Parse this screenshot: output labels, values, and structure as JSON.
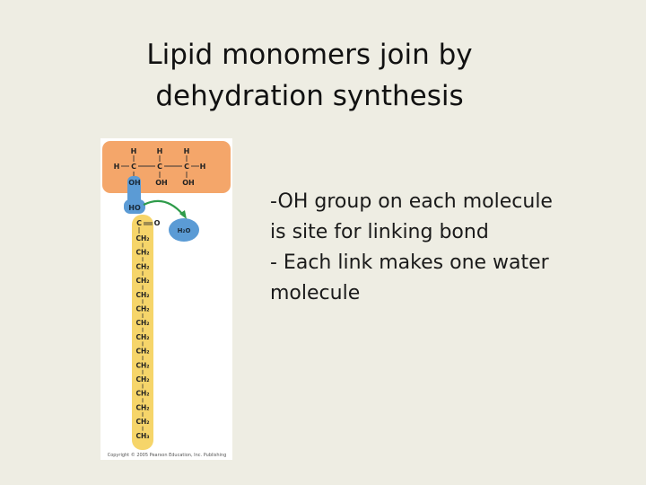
{
  "title": {
    "line1": "Lipid monomers join by",
    "line2": "dehydration synthesis"
  },
  "body": {
    "lines": [
      "-OH group on each molecule",
      "is site for linking bond",
      "- Each link makes one water",
      "molecule"
    ]
  },
  "diagram": {
    "glycerol": {
      "h_top": [
        "H",
        "H",
        "H"
      ],
      "h_side_left": "H",
      "carbon": "C",
      "h_side_right": "H",
      "oh": [
        "OH",
        "OH",
        "OH"
      ]
    },
    "ho": "HO",
    "carboxyl": {
      "c": "C",
      "o": "O"
    },
    "water": "H₂O",
    "chain_unit": "CH₂",
    "chain_last": "CH₃",
    "chain_count": 15,
    "copyright": "Copyright © 2005 Pearson Education, Inc. Publishing",
    "colors": {
      "glycerol_fill": "#f4a66a",
      "chain_fill": "#f6d56a",
      "hydroxyl_fill": "#5b9bd5",
      "arrow": "#2e9b4a"
    }
  }
}
